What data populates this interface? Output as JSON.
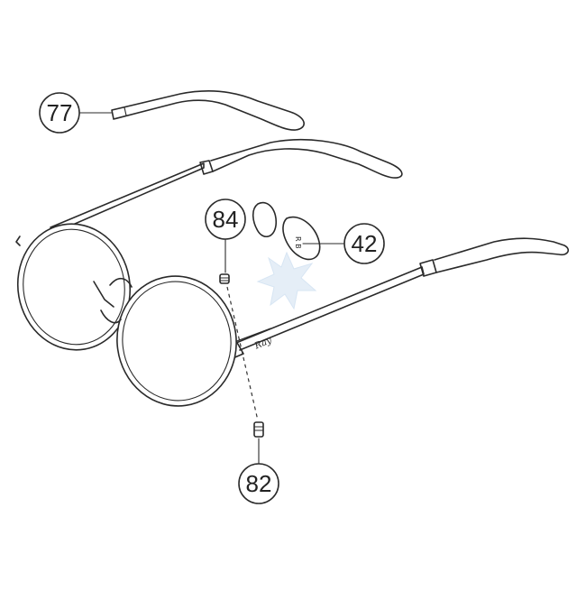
{
  "callouts": {
    "temple": "77",
    "nose_pad": "42",
    "screw_top": "84",
    "screw_bottom": "82"
  },
  "engraving": "Ray",
  "colors": {
    "line": "#2a2a2a",
    "watermark": "#dbe8f5"
  }
}
